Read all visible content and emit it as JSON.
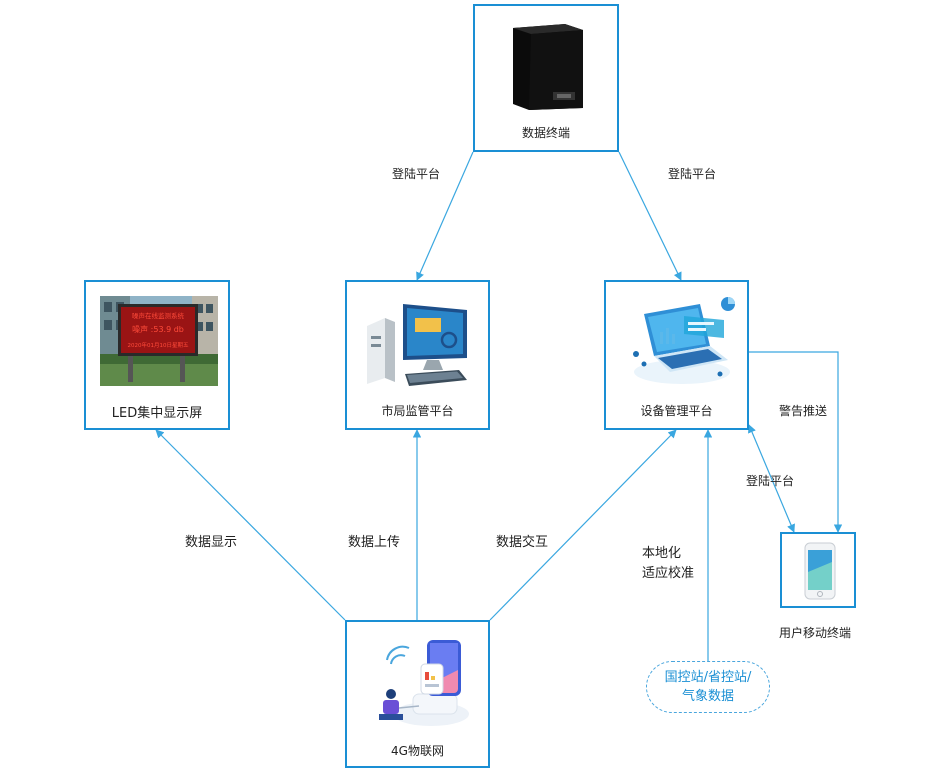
{
  "nodes": {
    "data_terminal": "数据终端",
    "led": "LED集中显示屏",
    "city_bureau": "市局监管平台",
    "device_platform": "设备管理平台",
    "iot": "4G物联网",
    "mobile": "用户移动终端",
    "stations_line1": "国控站/省控站/",
    "stations_line2": "气象数据"
  },
  "edges": {
    "terminal_to_bureau": "登陆平台",
    "terminal_to_device": "登陆平台",
    "alarm_push": "警告推送",
    "device_to_mobile": "登陆平台",
    "data_display": "数据显示",
    "data_upload": "数据上传",
    "data_exchange": "数据交互",
    "calibration_line1": "本地化",
    "calibration_line2": "适应校准"
  },
  "led_screen": {
    "line1": "噪声在线监测系统",
    "line2": "噪声 :53.9 db",
    "line3": "2020年01月10日星期五"
  },
  "colors": {
    "accent": "#1a8fd4",
    "line": "#3aa7e0"
  },
  "icons": [
    "server-tower-icon",
    "led-billboard-icon",
    "desktop-computer-icon",
    "laptop-dashboard-icon",
    "iot-device-icon",
    "smartphone-icon"
  ]
}
